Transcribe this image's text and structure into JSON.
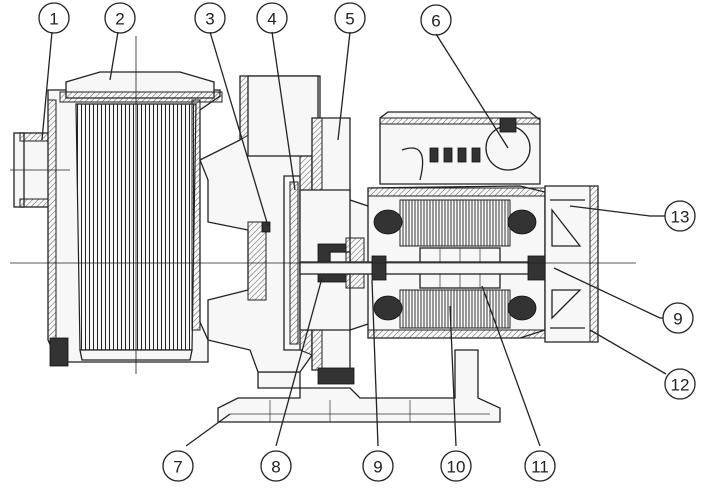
{
  "callouts": [
    {
      "id": 1,
      "label": "1"
    },
    {
      "id": 2,
      "label": "2"
    },
    {
      "id": 3,
      "label": "3"
    },
    {
      "id": 4,
      "label": "4"
    },
    {
      "id": 5,
      "label": "5"
    },
    {
      "id": 6,
      "label": "6"
    },
    {
      "id": 7,
      "label": "7"
    },
    {
      "id": 8,
      "label": "8"
    },
    {
      "id": 9,
      "label": "9"
    },
    {
      "id": 10,
      "label": "10"
    },
    {
      "id": 11,
      "label": "11"
    },
    {
      "id": 12,
      "label": "12"
    },
    {
      "id": 13,
      "label": "13"
    },
    {
      "id": 14,
      "label": "9"
    }
  ]
}
